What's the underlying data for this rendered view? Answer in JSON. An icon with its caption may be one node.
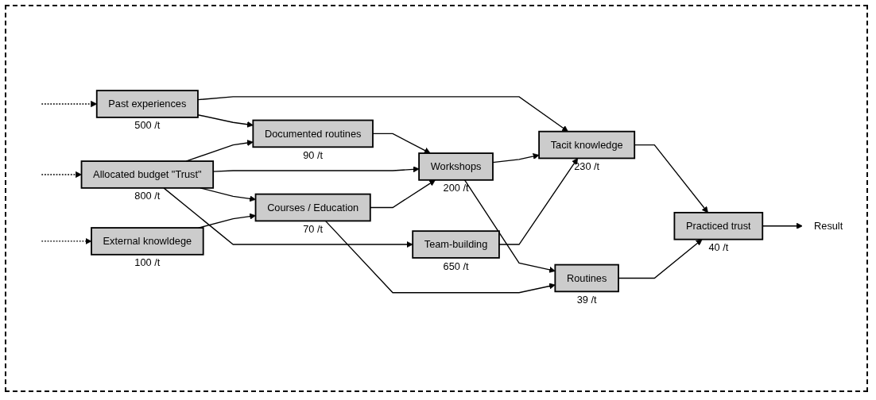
{
  "diagram": {
    "nodes": [
      {
        "text": [
          "Past experiences"
        ],
        "beside": [
          "500 /t"
        ]
      },
      {
        "text": [
          "Documented routines"
        ],
        "beside": [
          "90 /t"
        ]
      },
      {
        "text": [
          "Workshops"
        ],
        "beside": [
          "200 /t"
        ]
      },
      {
        "text": [
          "Tacit knowledge"
        ],
        "beside": [
          "230 /t"
        ]
      },
      {
        "text": [
          "Team-building"
        ],
        "beside": [
          "650 /t"
        ]
      },
      {
        "text": [
          "Practiced trust"
        ],
        "beside": [
          "40 /t"
        ]
      },
      {
        "text": [
          "Allocated budget \"Trust\""
        ],
        "beside": [
          "800 /t"
        ]
      },
      {
        "text": [
          "Courses / Education"
        ],
        "beside": [
          "70 /t"
        ]
      },
      {
        "text": [
          "Routines"
        ],
        "beside": [
          "39 /t"
        ]
      },
      {
        "text": [
          "External knowldege"
        ],
        "beside": [
          "100 /t"
        ]
      },
      {
        "text": [
          "Result"
        ]
      }
    ],
    "edges": [
      {
        "from": null,
        "to": 0,
        "arrow": "to",
        "style": "dashed"
      },
      {
        "from": null,
        "to": 6,
        "arrow": "to",
        "style": "dashed"
      },
      {
        "from": null,
        "to": 9,
        "arrow": "to",
        "style": "dashed"
      },
      {
        "from": 0,
        "to": 1,
        "arrow": "to"
      },
      {
        "from": 0,
        "to": 3,
        "arrow": "to"
      },
      {
        "from": 1,
        "to": 2,
        "arrow": "to"
      },
      {
        "from": 2,
        "to": 3,
        "arrow": "to"
      },
      {
        "from": 2,
        "to": 8,
        "arrow": "to"
      },
      {
        "from": 3,
        "to": 5,
        "arrow": "to"
      },
      {
        "from": 8,
        "to": 5,
        "arrow": "to"
      },
      {
        "from": 5,
        "to": 10,
        "arrow": "to"
      },
      {
        "from": 6,
        "to": 1,
        "arrow": "to"
      },
      {
        "from": 6,
        "to": 4,
        "arrow": "to"
      },
      {
        "from": 6,
        "to": 2,
        "arrow": "to"
      },
      {
        "from": 6,
        "to": 7,
        "arrow": "to"
      },
      {
        "from": 4,
        "to": 3,
        "arrow": "to"
      },
      {
        "from": 9,
        "to": 7,
        "arrow": "to"
      },
      {
        "from": 7,
        "to": 8,
        "arrow": "to"
      },
      {
        "from": 7,
        "to": 2,
        "arrow": "to"
      }
    ]
  }
}
